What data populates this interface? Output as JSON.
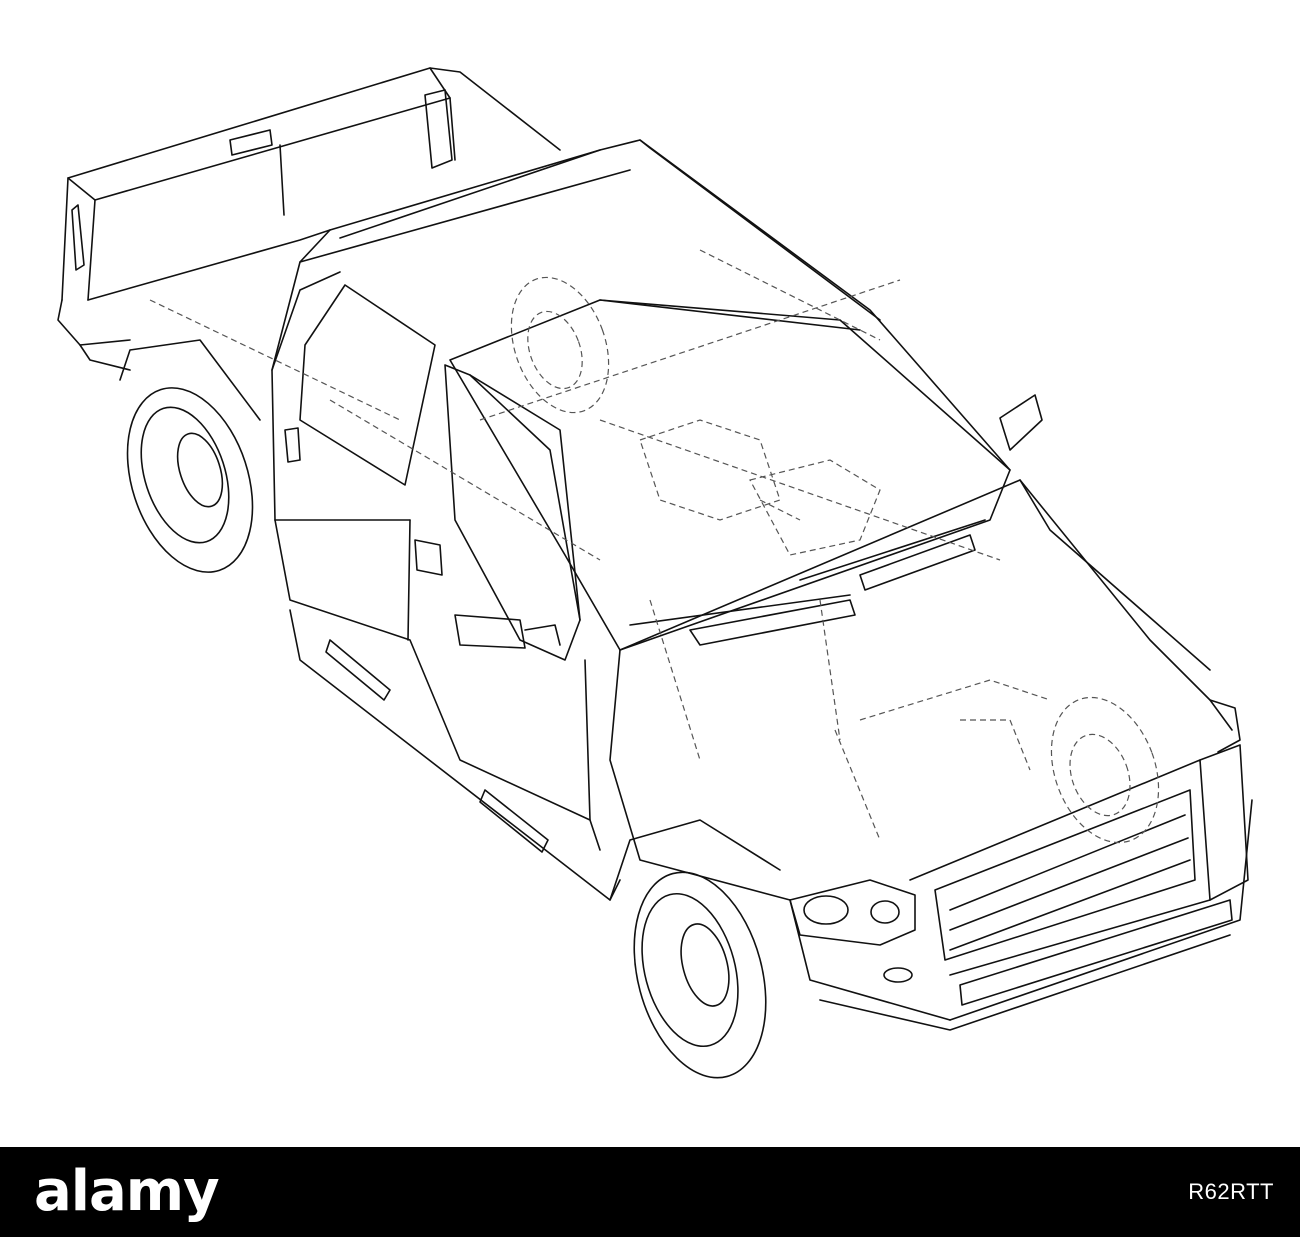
{
  "illustration": {
    "subject": "pickup-truck-wireframe",
    "line_color": "#111111",
    "hidden_line_color": "#555555",
    "background": "#ffffff"
  },
  "footer": {
    "logo_text": "alamy",
    "image_id": "R62RTT",
    "background": "#000000",
    "text_color": "#ffffff"
  }
}
